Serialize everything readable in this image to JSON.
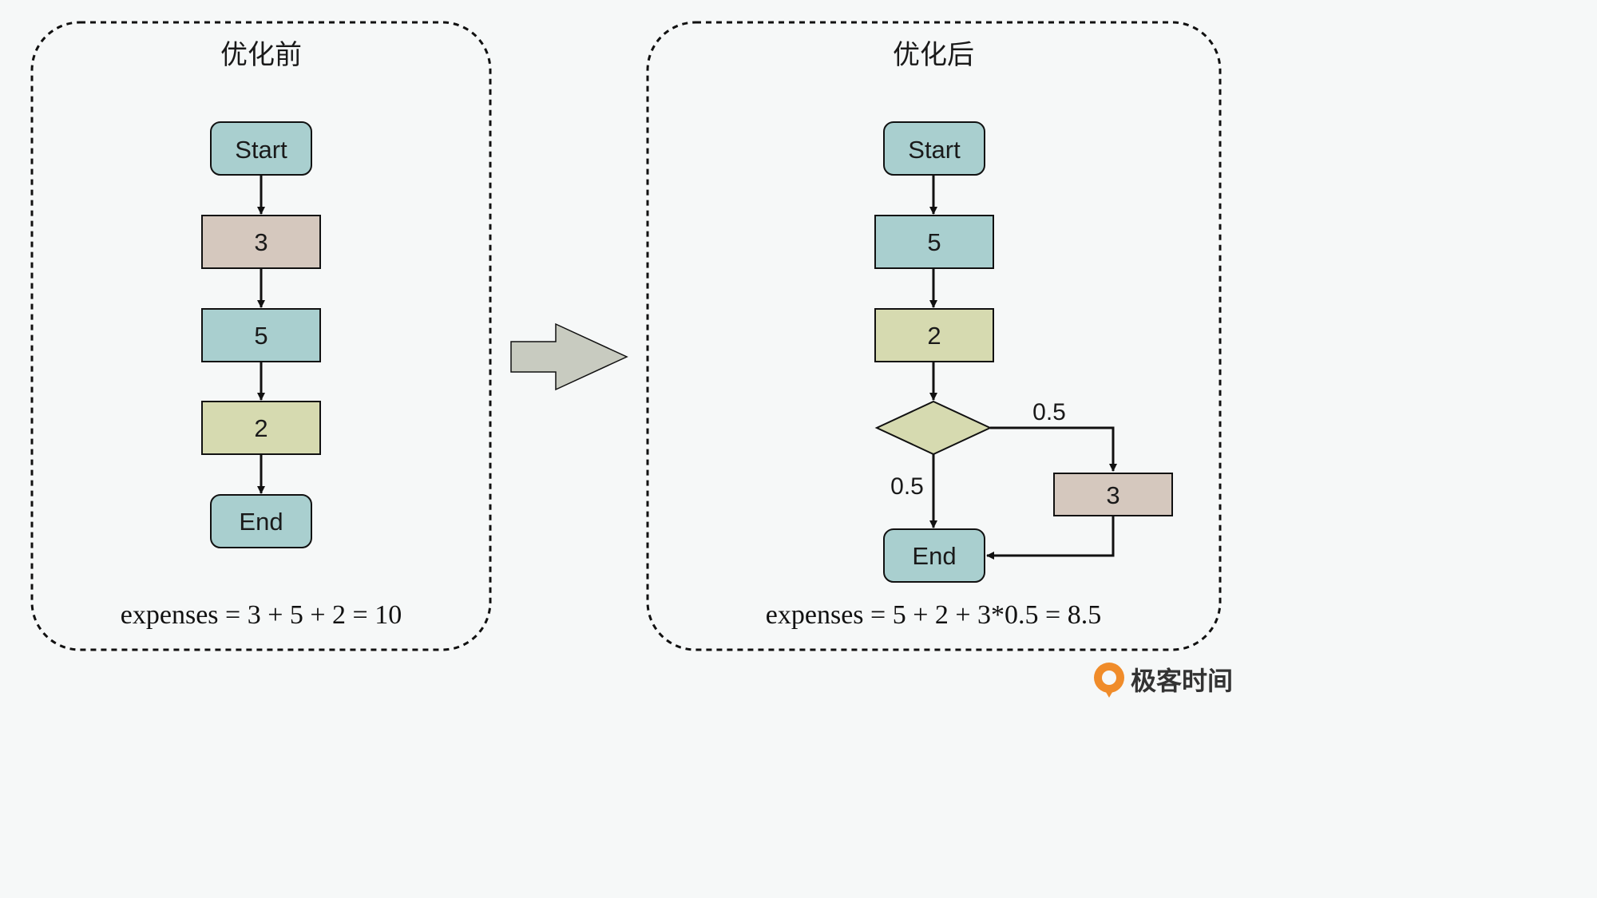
{
  "colors": {
    "terminal": "#a9cfcf",
    "blue": "#a9cfcf",
    "beige": "#d5c8be",
    "olive": "#d6dab0",
    "arrow_fill": "#c8cbc0",
    "stroke": "#111111"
  },
  "before": {
    "title": "优化前",
    "start": "Start",
    "step1": "3",
    "step2": "5",
    "step3": "2",
    "end": "End",
    "formula": "expenses = 3 + 5 + 2 = 10"
  },
  "transition_icon": "right-arrow-icon",
  "after": {
    "title": "优化后",
    "start": "Start",
    "step1": "5",
    "step2": "2",
    "branch_right_label": "0.5",
    "branch_down_label": "0.5",
    "side_step": "3",
    "end": "End",
    "formula": "expenses = 5 + 2 + 3*0.5 = 8.5"
  },
  "brand": {
    "icon": "geek-time-logo-icon",
    "name": "极客时间"
  }
}
